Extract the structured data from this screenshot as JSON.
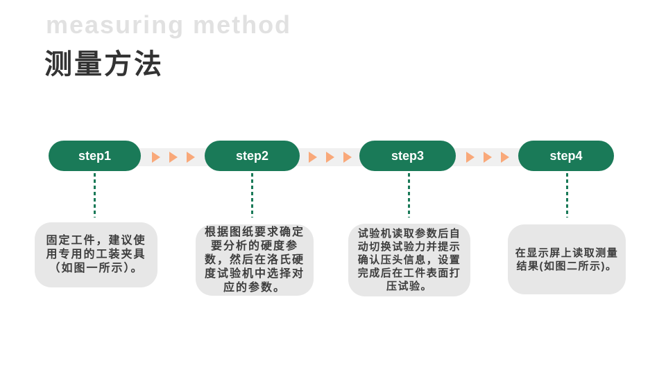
{
  "header": {
    "subtitle_en": "measuring method",
    "title_zh": "测量方法"
  },
  "colors": {
    "step_pill_green": "#1a7a58",
    "arrow_orange": "#f9a879",
    "timeline_band_gray": "#f0f0f0",
    "description_box_gray": "#e7e7e7",
    "subtitle_light_gray": "#e1e1e1",
    "title_dark": "#333333",
    "description_text": "#3d3d3d"
  },
  "timeline": {
    "arrow_icon": "arrow-right-icon",
    "arrows_per_gap": 3
  },
  "steps": [
    {
      "label": "step1",
      "description": "固定工件，建议使\n用专用的工装夹具\n（如图一所示）。"
    },
    {
      "label": "step2",
      "description": "根据图纸要求确定\n要分析的硬度参\n数，然后在洛氏硬\n度试验机中选择对\n应的参数。"
    },
    {
      "label": "step3",
      "description": "试验机读取参数后自\n动切换试验力并提示\n确认压头信息，设置\n完成后在工件表面打\n压试验。"
    },
    {
      "label": "step4",
      "description": "在显示屏上读取测量\n结果(如图二所示)。"
    }
  ]
}
